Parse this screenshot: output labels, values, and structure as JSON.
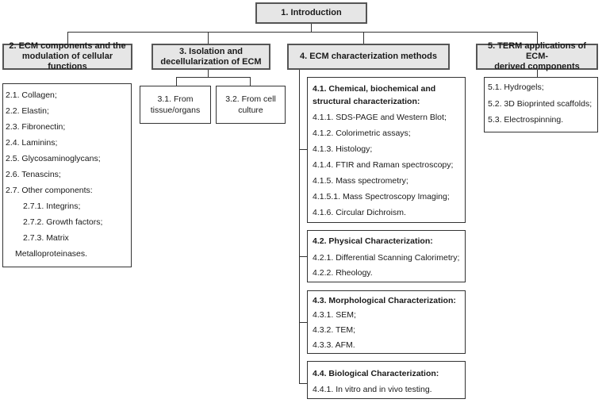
{
  "root": {
    "label": "1. Introduction"
  },
  "section2": {
    "title_line1": "2. ECM components and the",
    "title_line2": "modulation of cellular functions",
    "items": [
      "2.1. Collagen;",
      "2.2. Elastin;",
      "2.3. Fibronectin;",
      "2.4. Laminins;",
      "2.5. Glycosaminoglycans;",
      "2.6. Tenascins;",
      "2.7. Other components:",
      "2.7.1. Integrins;",
      "2.7.2. Growth factors;",
      "2.7.3. Matrix",
      "Metalloproteinases."
    ]
  },
  "section3": {
    "title_line1": "3. Isolation and",
    "title_line2": "decellularization of ECM",
    "child1": {
      "line1": "3.1. From",
      "line2": "tissue/organs"
    },
    "child2": {
      "line1": "3.2. From cell",
      "line2": "culture"
    }
  },
  "section4": {
    "title": "4. ECM characterization methods",
    "g1": {
      "title_line1": "4.1. Chemical, biochemical and",
      "title_line2": "structural  characterization:",
      "items": [
        "4.1.1. SDS-PAGE and Western Blot;",
        "4.1.2. Colorimetric assays;",
        "4.1.3. Histology;",
        "4.1.4. FTIR and Raman spectroscopy;",
        "4.1.5. Mass spectrometry;",
        "4.1.5.1. Mass Spectroscopy Imaging;",
        "4.1.6. Circular Dichroism."
      ]
    },
    "g2": {
      "title": "4.2. Physical Characterization:",
      "items": [
        "4.2.1. Differential Scanning Calorimetry;",
        "4.2.2. Rheology."
      ]
    },
    "g3": {
      "title": "4.3. Morphological Characterization:",
      "items": [
        "4.3.1. SEM;",
        "4.3.2. TEM;",
        "4.3.3. AFM."
      ]
    },
    "g4": {
      "title": "4.4. Biological Characterization:",
      "items": [
        "4.4.1. In vitro and in vivo testing."
      ]
    }
  },
  "section5": {
    "title_line1": "5. TERM applications of ECM-",
    "title_line2": "derived components",
    "items": [
      "5.1. Hydrogels;",
      "5.2. 3D Bioprinted scaffolds;",
      "5.3. Electrospinning."
    ]
  }
}
